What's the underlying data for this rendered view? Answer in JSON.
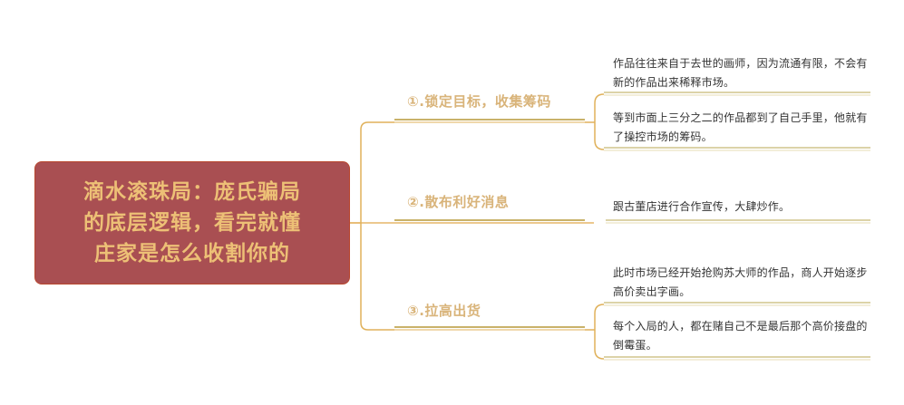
{
  "mindmap": {
    "root": {
      "title": "滴水滚珠局：庞氏骗局的底层逻辑，看完就懂庄家是怎么收割你的",
      "lines": [
        "滴水滚珠局：庞氏骗局",
        "的底层逻辑，看完就懂",
        "庄家是怎么收割你的"
      ]
    },
    "branches": [
      {
        "label": "①.锁定目标，收集筹码",
        "children": [
          "作品往往来自于去世的画师，因为流通有限，不会有新的作品出来稀释市场。",
          "等到市面上三分之二的作品都到了自己手里，他就有了操控市场的筹码。"
        ]
      },
      {
        "label": "②.散布利好消息",
        "children": [
          "跟古董店进行合作宣传，大肆炒作。"
        ]
      },
      {
        "label": "③.拉高出货",
        "children": [
          "此时市场已经开始抢购苏大师的作品，商人开始逐步高价卖出字画。",
          "每个入局的人，都在赌自己不是最后那个高价接盘的倒霉蛋。"
        ]
      }
    ]
  },
  "colors": {
    "root_fill": "#a94f52",
    "root_text": "#edc076",
    "connector": "#e0b15a",
    "branch_text": "#d9b47a",
    "branch_underline": "#c9b26a",
    "leaf_underline": "#dcd3a8",
    "leaf_text": "#333333"
  }
}
